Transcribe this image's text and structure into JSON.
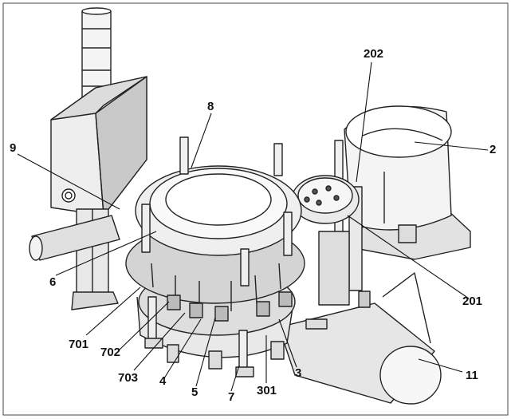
{
  "labels": {
    "l202": "202",
    "l8": "8",
    "l9": "9",
    "l2": "2",
    "l6": "6",
    "l201": "201",
    "l701": "701",
    "l702": "702",
    "l703": "703",
    "l4": "4",
    "l5": "5",
    "l7": "7",
    "l301": "301",
    "l3": "3",
    "l11": "11"
  }
}
